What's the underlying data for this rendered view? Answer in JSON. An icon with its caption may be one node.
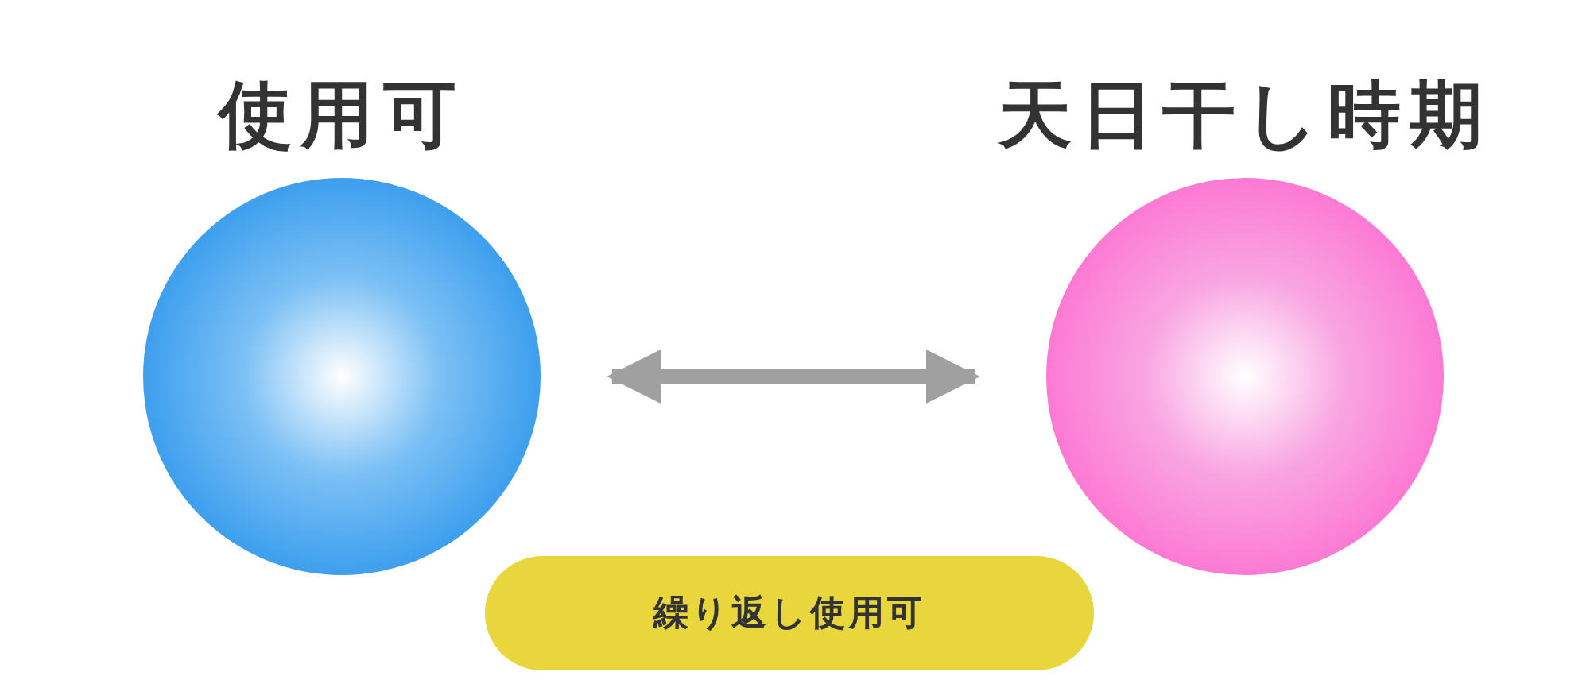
{
  "diagram": {
    "nodes": [
      {
        "text": [
          "使用可"
        ]
      },
      {
        "text": [
          "天日干し時期"
        ]
      },
      {
        "text": [
          "繰り返し使用可"
        ]
      }
    ],
    "edges": [
      {
        "from": 0,
        "to": 1,
        "arrow": "both"
      }
    ]
  }
}
